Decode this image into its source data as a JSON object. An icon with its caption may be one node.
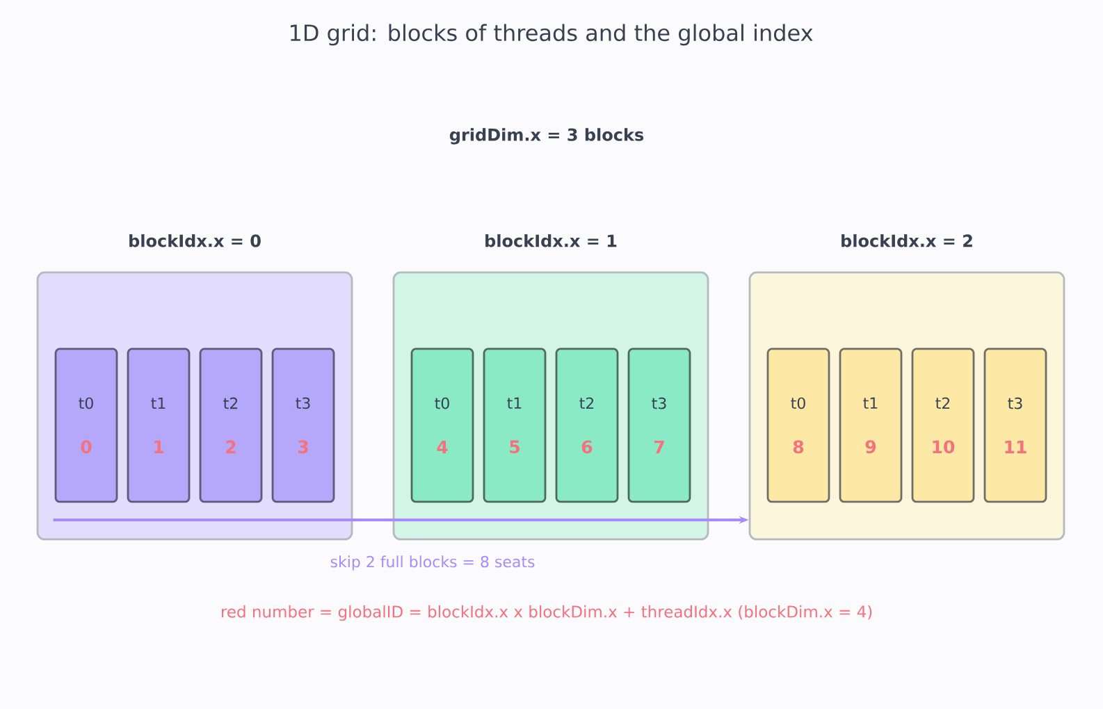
{
  "diagram": {
    "title": "1D grid: blocks of threads and the global index",
    "nodes": [
      {
        "text": [
          "blockIdx.x = 0"
        ]
      },
      {
        "text": [
          "t0",
          "0"
        ],
        "in": 0
      },
      {
        "text": [
          "t1",
          "1"
        ],
        "in": 0
      },
      {
        "text": [
          "t2",
          "2"
        ],
        "in": 0
      },
      {
        "text": [
          "t3",
          "3"
        ],
        "in": 0
      },
      {
        "text": [
          "blockIdx.x = 1"
        ]
      },
      {
        "text": [
          "t0",
          "4"
        ],
        "in": 5
      },
      {
        "text": [
          "t1",
          "5"
        ],
        "in": 5
      },
      {
        "text": [
          "t2",
          "6"
        ],
        "in": 5
      },
      {
        "text": [
          "t3",
          "7"
        ],
        "in": 5
      },
      {
        "text": [
          "blockIdx.x = 2"
        ]
      },
      {
        "text": [
          "t0",
          "8"
        ],
        "in": 10
      },
      {
        "text": [
          "t1",
          "9"
        ],
        "in": 10
      },
      {
        "text": [
          "t2",
          "10"
        ],
        "in": 10
      },
      {
        "text": [
          "t3",
          "11"
        ],
        "in": 10
      }
    ],
    "edges": [
      {
        "from": 0,
        "to": 10,
        "arrow": "to",
        "label": "skip 2 full blocks = 8 seats",
        "color": "#a78bfa"
      }
    ],
    "labels": [
      "gridDim.x = 3 blocks",
      "red number = globalID = blockIdx.x x blockDim.x + threadIdx.x  (blockDim.x = 4)"
    ]
  }
}
